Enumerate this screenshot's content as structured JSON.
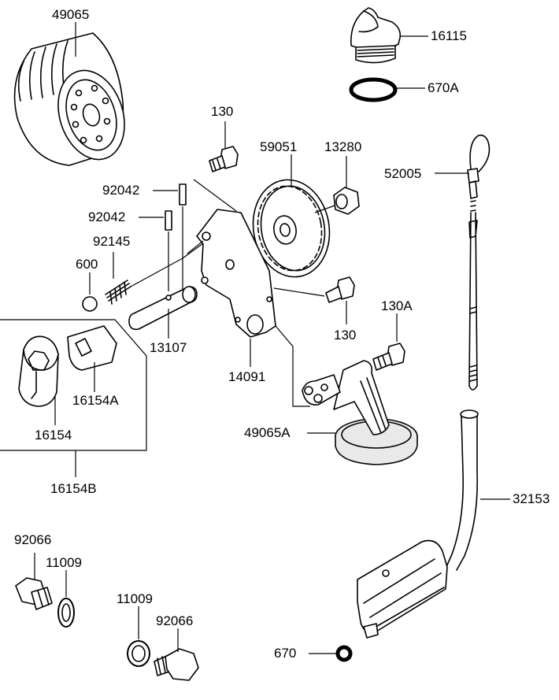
{
  "diagram": {
    "labels": {
      "oil_filter": "49065",
      "oil_cap": "16115",
      "cap_oring": "670A",
      "bolt_top": "130",
      "gear": "59051",
      "nut": "13280",
      "dipstick": "52005",
      "pin_upper": "92042",
      "pin_lower": "92042",
      "spring": "92145",
      "ball": "600",
      "shaft": "13107",
      "plate": "14091",
      "bolt_mid": "130",
      "bolt_strainer": "130A",
      "socket": "16154",
      "socket_adapter": "16154A",
      "socket_set": "16154B",
      "strainer": "49065A",
      "dipstick_tube": "32153",
      "plug_left": "92066",
      "washer_left": "11009",
      "washer_right": "11009",
      "plug_right": "92066",
      "tube_oring": "670"
    }
  }
}
